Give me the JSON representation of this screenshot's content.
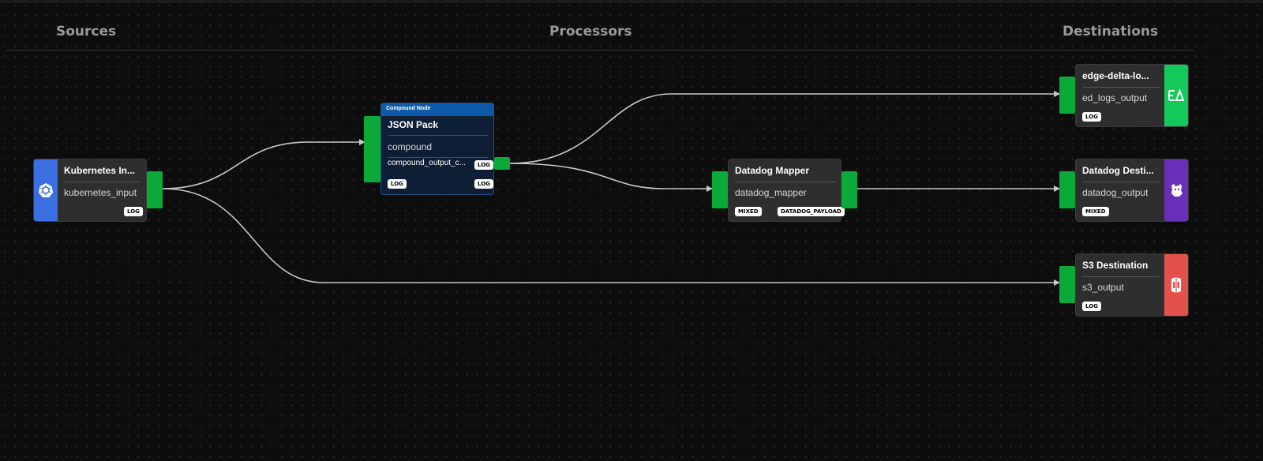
{
  "columns": {
    "sources": "Sources",
    "processors": "Processors",
    "destinations": "Destinations"
  },
  "nodes": {
    "kubernetes": {
      "title": "Kubernetes In...",
      "subtitle": "kubernetes_input",
      "badge": "LOG",
      "icon": "kubernetes-icon",
      "accent": "#3b6ee0"
    },
    "json_pack": {
      "label": "Compound Node",
      "title": "JSON Pack",
      "subtitle": "compound",
      "output": "compound_output_c...",
      "output_badge": "LOG",
      "badge_left": "LOG",
      "badge_right": "LOG",
      "accent": "#0f5aa8"
    },
    "datadog_mapper": {
      "title": "Datadog Mapper",
      "subtitle": "datadog_mapper",
      "badge_in": "MIXED",
      "badge_out": "DATADOG_PAYLOAD"
    },
    "edge_delta": {
      "title": "edge-delta-lo...",
      "subtitle": "ed_logs_output",
      "badge": "LOG",
      "icon": "edge-delta-icon",
      "accent": "#12c95a"
    },
    "datadog_dest": {
      "title": "Datadog Desti...",
      "subtitle": "datadog_output",
      "badge": "MIXED",
      "icon": "datadog-icon",
      "accent": "#6a2fb8"
    },
    "s3_dest": {
      "title": "S3 Destination",
      "subtitle": "s3_output",
      "badge": "LOG",
      "icon": "s3-icon",
      "accent": "#e2524a"
    }
  },
  "colors": {
    "port": "#0aa93a",
    "edge": "#c8c8c8",
    "node_bg": "#2e2e2e"
  }
}
